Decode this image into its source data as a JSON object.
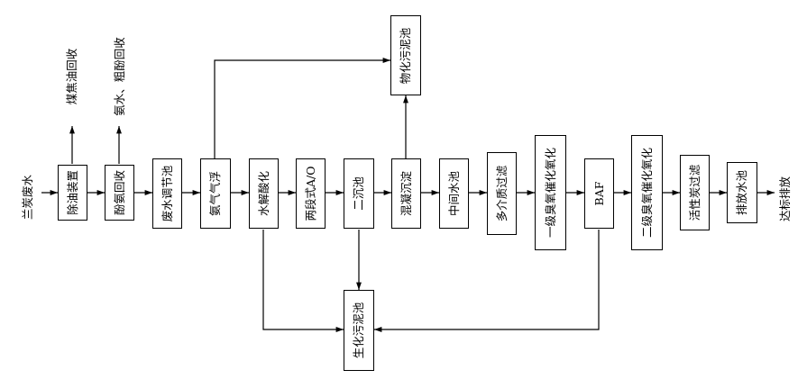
{
  "diagram": {
    "input_label": "兰炭废水",
    "output_label": "达标排放",
    "side_outputs": {
      "coal_tar": "煤焦油回收",
      "ammonia_phenol": "氨水、粗酚回收"
    },
    "nodes": {
      "oil_removal": "除油装置",
      "phenol_ammonia_recovery": "酚氨回收",
      "equalization_tank": "废水调节池",
      "ammonia_air_flotation": "氨气气浮",
      "hydrolysis_acidification": "水解酸化",
      "two_stage_ao": "两段式A/O",
      "secondary_clarifier": "二沉池",
      "coagulation_sedimentation": "混凝沉淀",
      "intermediate_tank": "中间水池",
      "multimedia_filter": "多介质过滤",
      "primary_ozone_oxidation": "一级臭氧催化氧化",
      "baf": "BAF",
      "secondary_ozone_oxidation": "二级臭氧催化氧化",
      "activated_carbon_filter": "活性炭过滤",
      "discharge_tank": "排放水池",
      "physicochemical_sludge_tank": "物化污泥池",
      "biochemical_sludge_tank": "生化污泥池"
    }
  }
}
